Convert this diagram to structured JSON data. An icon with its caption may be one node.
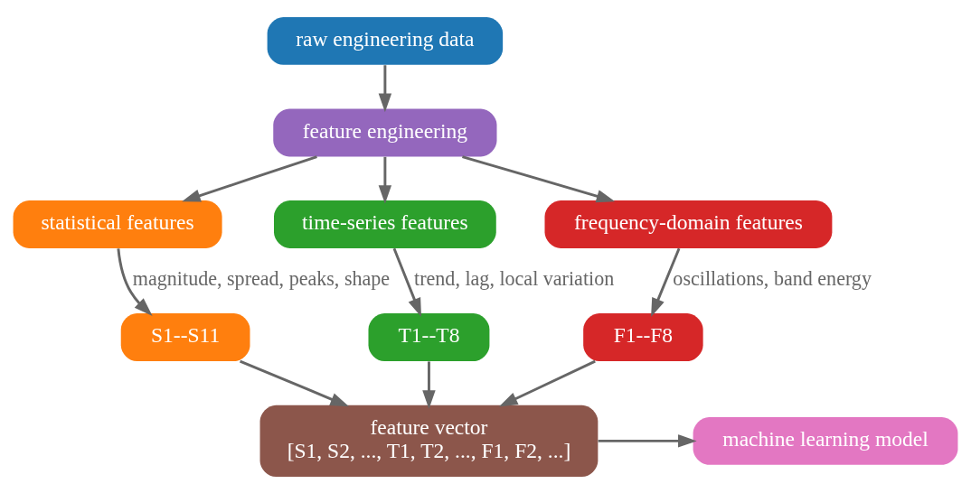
{
  "diagram": {
    "nodes": [
      {
        "text": [
          "raw engineering data"
        ]
      },
      {
        "text": [
          "feature engineering"
        ]
      },
      {
        "text": [
          "statistical features"
        ]
      },
      {
        "text": [
          "time-series features"
        ]
      },
      {
        "text": [
          "frequency-domain features"
        ]
      },
      {
        "text": [
          "S1--S11"
        ]
      },
      {
        "text": [
          "T1--T8"
        ]
      },
      {
        "text": [
          "F1--F8"
        ]
      },
      {
        "text": [
          "feature vector",
          "[S1, S2, ..., T1, T2, ..., F1, F2, ...]"
        ]
      },
      {
        "text": [
          "machine learning model"
        ]
      }
    ],
    "edges": [
      {
        "from": 0,
        "to": 1,
        "arrow": "to"
      },
      {
        "from": 1,
        "to": 2,
        "arrow": "to"
      },
      {
        "from": 1,
        "to": 3,
        "arrow": "to"
      },
      {
        "from": 1,
        "to": 4,
        "arrow": "to"
      },
      {
        "from": 2,
        "to": 5,
        "arrow": "to",
        "label": "magnitude, spread, peaks, shape"
      },
      {
        "from": 3,
        "to": 6,
        "arrow": "to",
        "label": "trend, lag, local variation"
      },
      {
        "from": 4,
        "to": 7,
        "arrow": "to",
        "label": "oscillations, band energy"
      },
      {
        "from": 5,
        "to": 8,
        "arrow": "to"
      },
      {
        "from": 6,
        "to": 8,
        "arrow": "to"
      },
      {
        "from": 7,
        "to": 8,
        "arrow": "to"
      },
      {
        "from": 8,
        "to": 9,
        "arrow": "to"
      }
    ]
  }
}
